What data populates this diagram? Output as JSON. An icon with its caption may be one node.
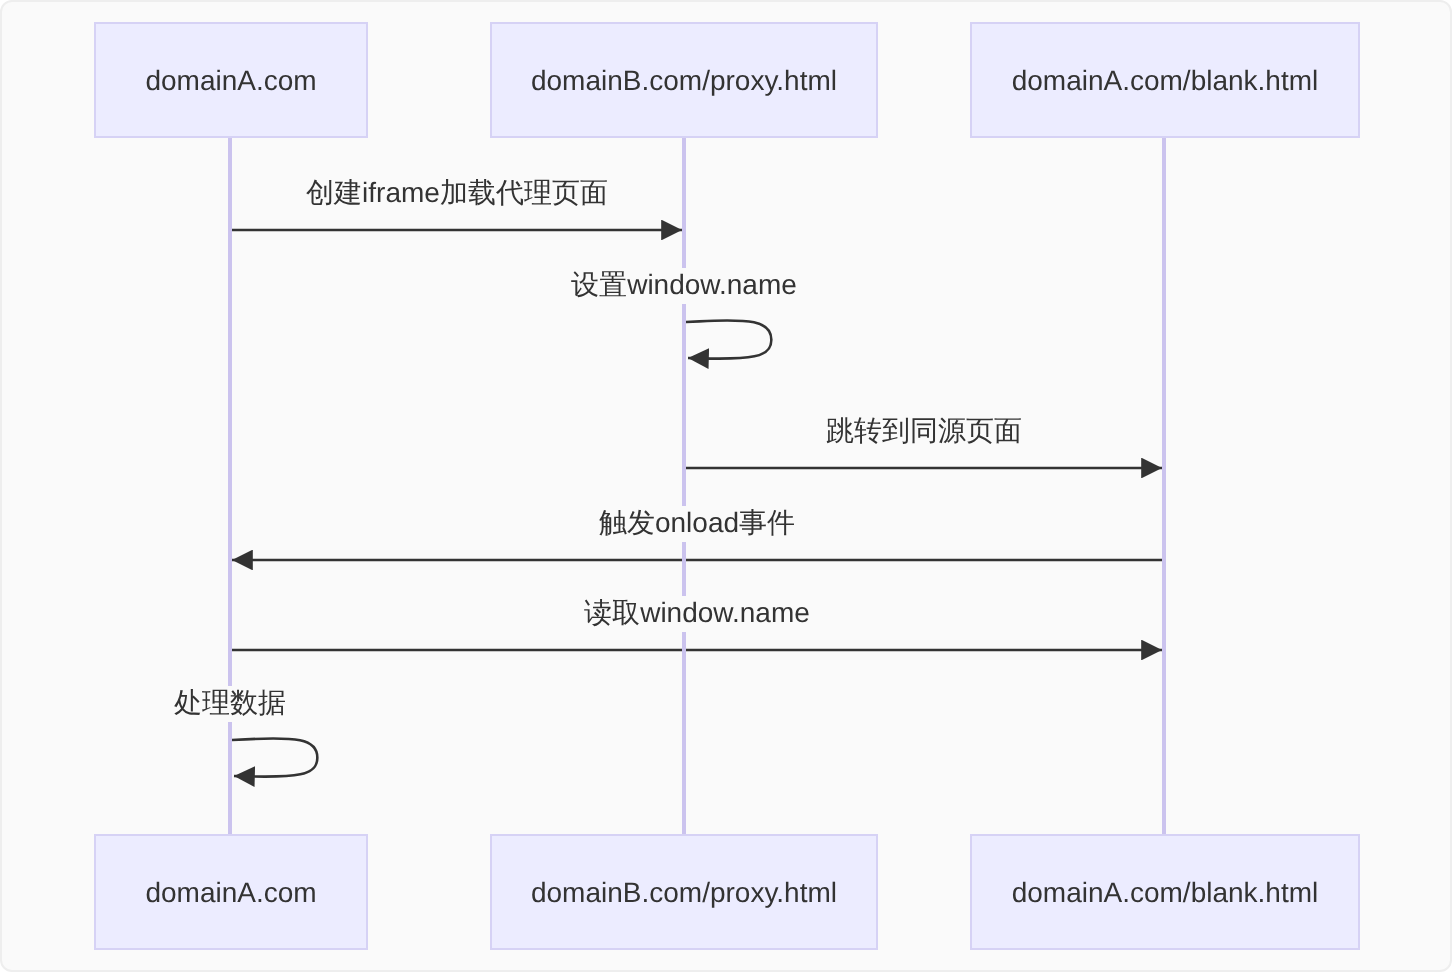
{
  "diagram": {
    "nodes": [
      {
        "text": [
          "domainA.com"
        ]
      },
      {
        "text": [
          "domainB.com/proxy.html"
        ]
      },
      {
        "text": [
          "domainA.com/blank.html"
        ]
      },
      {
        "text": [],
        "shape": "bar"
      },
      {
        "text": [],
        "shape": "bar"
      },
      {
        "text": [],
        "shape": "bar"
      },
      {
        "text": [
          "domainA.com"
        ]
      },
      {
        "text": [
          "domainB.com/proxy.html"
        ]
      },
      {
        "text": [
          "domainA.com/blank.html"
        ]
      }
    ],
    "edges": [
      {
        "from": 3,
        "to": 4,
        "arrow": "to",
        "label": "创建iframe加载代理页面"
      },
      {
        "from": 4,
        "to": 4,
        "arrow": "to",
        "label": "设置window.name"
      },
      {
        "from": 4,
        "to": 5,
        "arrow": "to",
        "label": "跳转到同源页面"
      },
      {
        "from": 5,
        "to": 3,
        "arrow": "to",
        "label": "触发onload事件"
      },
      {
        "from": 3,
        "to": 5,
        "arrow": "to",
        "label": "读取window.name"
      },
      {
        "from": 3,
        "to": 3,
        "arrow": "to",
        "label": "处理数据"
      }
    ]
  }
}
